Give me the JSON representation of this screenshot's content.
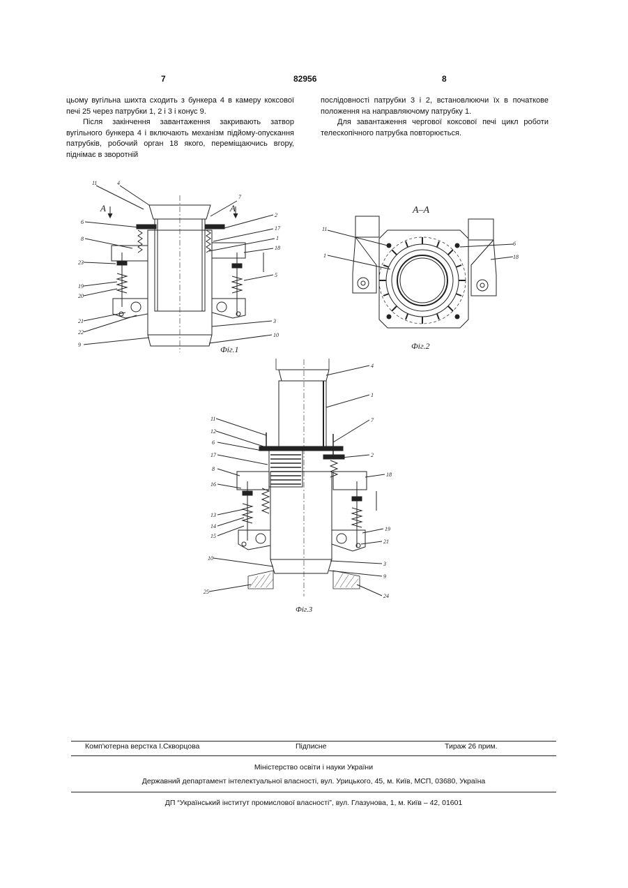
{
  "header": {
    "page_left": "7",
    "patent_number": "82956",
    "page_right": "8"
  },
  "left_column": [
    "цьому вугільна шихта сходить з бункера 4 в камеру коксової печі 25 через патрубки 1, 2 і 3 і конус 9.",
    "Після закінчення завантаження закривають затвор вугільного бункера 4 і включають механізм підйому-опускання патрубків, робочий орган 18 якого, переміщаючись вгору, піднімає в зворотній"
  ],
  "right_column": [
    "послідовності патрубки 3 і 2, встановлюючи їх в початкове положення на направляючому патрубку 1.",
    "Для завантаження чергової коксової печі цикл роботи телескопічного патрубка повторюється."
  ],
  "figures": {
    "fig1": {
      "caption": "Фіг.1",
      "section_mark": "А",
      "labels": [
        "11",
        "4",
        "7",
        "2",
        "17",
        "6",
        "1",
        "8",
        "18",
        "23",
        "5",
        "19",
        "20",
        "21",
        "22",
        "3",
        "9",
        "10"
      ]
    },
    "fig2": {
      "caption": "Фіг.2",
      "title": "А–А",
      "labels": [
        "11",
        "6",
        "1",
        "18"
      ]
    },
    "fig3": {
      "caption": "Фіг.3",
      "labels": [
        "4",
        "1",
        "11",
        "12",
        "7",
        "6",
        "2",
        "17",
        "18",
        "8",
        "16",
        "13",
        "14",
        "15",
        "19",
        "21",
        "10",
        "3",
        "9",
        "25",
        "24"
      ]
    }
  },
  "footer": {
    "typesetting": "Комп'ютерна верстка І.Скворцова",
    "signed": "Підписне",
    "circulation": "Тираж 26 прим.",
    "ministry": "Міністерство освіти і науки України",
    "department": "Державний департамент інтелектуальної власності, вул. Урицького, 45, м. Київ, МСП, 03680, Україна",
    "institute": "ДП “Український інститут промислової власності”, вул. Глазунова, 1, м. Київ – 42, 01601"
  }
}
